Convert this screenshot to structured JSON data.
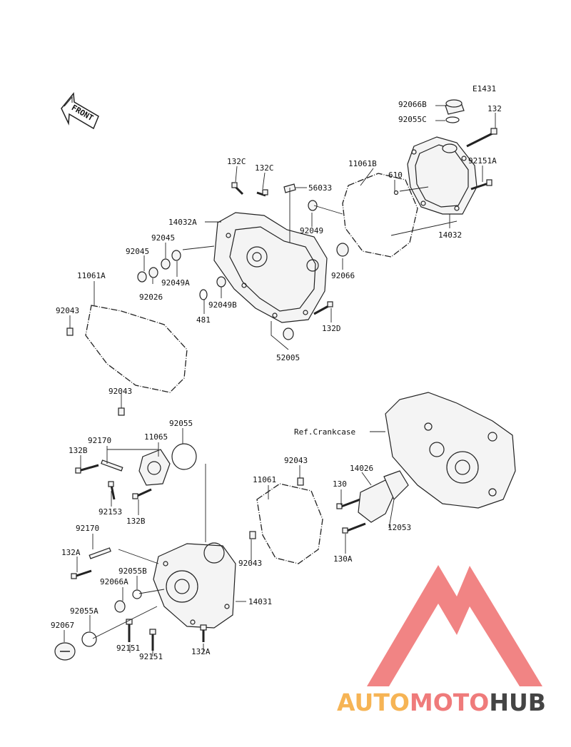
{
  "diagram": {
    "code": "E1431",
    "front_label": "FRONT",
    "parts": [
      {
        "key": "92066B",
        "text": "92066B"
      },
      {
        "key": "92055C",
        "text": "92055C"
      },
      {
        "key": "132_top",
        "text": "132"
      },
      {
        "key": "92151A",
        "text": "92151A"
      },
      {
        "key": "610",
        "text": "610"
      },
      {
        "key": "11061B",
        "text": "11061B"
      },
      {
        "key": "14032",
        "text": "14032"
      },
      {
        "key": "132C_1",
        "text": "132C"
      },
      {
        "key": "132C_2",
        "text": "132C"
      },
      {
        "key": "56033",
        "text": "56033"
      },
      {
        "key": "14032A",
        "text": "14032A"
      },
      {
        "key": "92049",
        "text": "92049"
      },
      {
        "key": "92045_1",
        "text": "92045"
      },
      {
        "key": "92045_2",
        "text": "92045"
      },
      {
        "key": "92049A",
        "text": "92049A"
      },
      {
        "key": "92026",
        "text": "92026"
      },
      {
        "key": "92066",
        "text": "92066"
      },
      {
        "key": "11061A",
        "text": "11061A"
      },
      {
        "key": "481",
        "text": "481"
      },
      {
        "key": "92049B",
        "text": "92049B"
      },
      {
        "key": "92043_1",
        "text": "92043"
      },
      {
        "key": "132D",
        "text": "132D"
      },
      {
        "key": "52005",
        "text": "52005"
      },
      {
        "key": "92043_2",
        "text": "92043"
      },
      {
        "key": "92055",
        "text": "92055"
      },
      {
        "key": "ref_crankcase",
        "text": "Ref.Crankcase"
      },
      {
        "key": "92170_1",
        "text": "92170"
      },
      {
        "key": "11065",
        "text": "11065"
      },
      {
        "key": "132B_1",
        "text": "132B"
      },
      {
        "key": "92043_3",
        "text": "92043"
      },
      {
        "key": "11061",
        "text": "11061"
      },
      {
        "key": "14026",
        "text": "14026"
      },
      {
        "key": "130",
        "text": "130"
      },
      {
        "key": "92153",
        "text": "92153"
      },
      {
        "key": "132B_2",
        "text": "132B"
      },
      {
        "key": "12053",
        "text": "12053"
      },
      {
        "key": "92170_2",
        "text": "92170"
      },
      {
        "key": "132A_1",
        "text": "132A"
      },
      {
        "key": "130A",
        "text": "130A"
      },
      {
        "key": "92043_4",
        "text": "92043"
      },
      {
        "key": "92055B",
        "text": "92055B"
      },
      {
        "key": "92066A",
        "text": "92066A"
      },
      {
        "key": "14031",
        "text": "14031"
      },
      {
        "key": "92055A",
        "text": "92055A"
      },
      {
        "key": "92067",
        "text": "92067"
      },
      {
        "key": "92151_1",
        "text": "92151"
      },
      {
        "key": "92151_2",
        "text": "92151"
      },
      {
        "key": "132A_2",
        "text": "132A"
      }
    ]
  },
  "watermark": {
    "word_1": "AUTO",
    "word_2": "MOTO",
    "word_3": "HUB",
    "colors": {
      "triangle": "#ef6f6f",
      "auto": "#f6b455",
      "moto": "#ef7b7b",
      "hub": "#444444"
    }
  }
}
